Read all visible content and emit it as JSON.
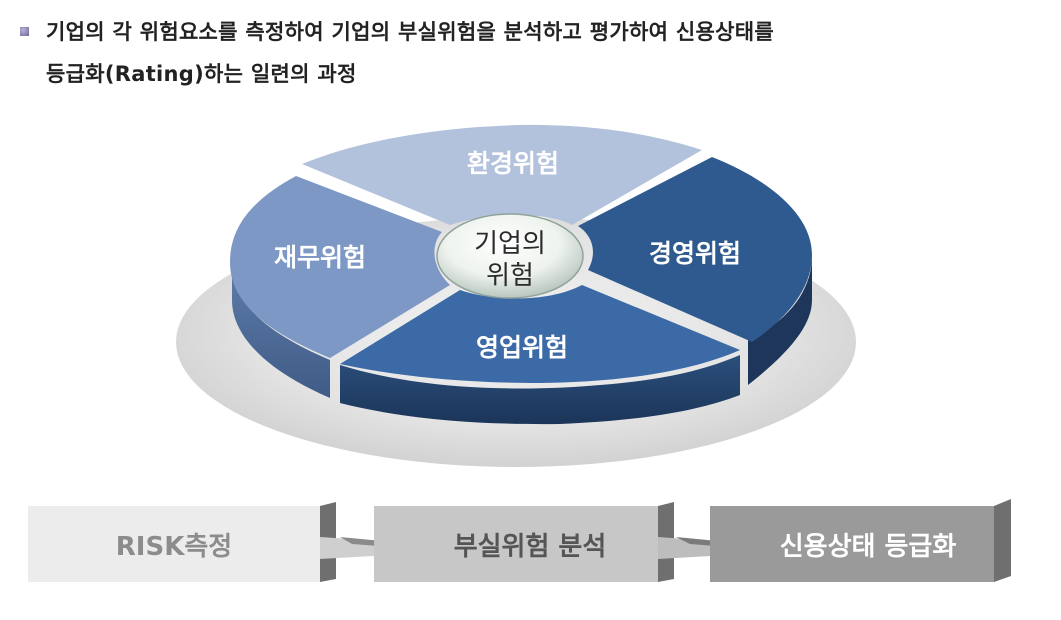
{
  "header": {
    "line1": "기업의 각 위험요소를 측정하여 기업의 부실위험을 분석하고 평가하여 신용상태를",
    "line2": "등급화(Rating)하는 일련의 과정"
  },
  "pie": {
    "center_label_1": "기업의",
    "center_label_2": "위험",
    "segments": [
      {
        "label": "환경위험",
        "color": "#b3c2dc"
      },
      {
        "label": "경영위험",
        "color": "#2f5a8f"
      },
      {
        "label": "영업위험",
        "color": "#3b6aa6"
      },
      {
        "label": "재무위험",
        "color": "#7d98c5"
      }
    ]
  },
  "flow": {
    "steps": [
      {
        "label": "RISK측정",
        "color": "#ececec",
        "text_color": "#8c8c8c"
      },
      {
        "label": "부실위험 분석",
        "color": "#c7c7c7",
        "text_color": "#555555"
      },
      {
        "label": "신용상태 등급화",
        "color": "#9a9a9a",
        "text_color": "#ffffff"
      }
    ]
  }
}
